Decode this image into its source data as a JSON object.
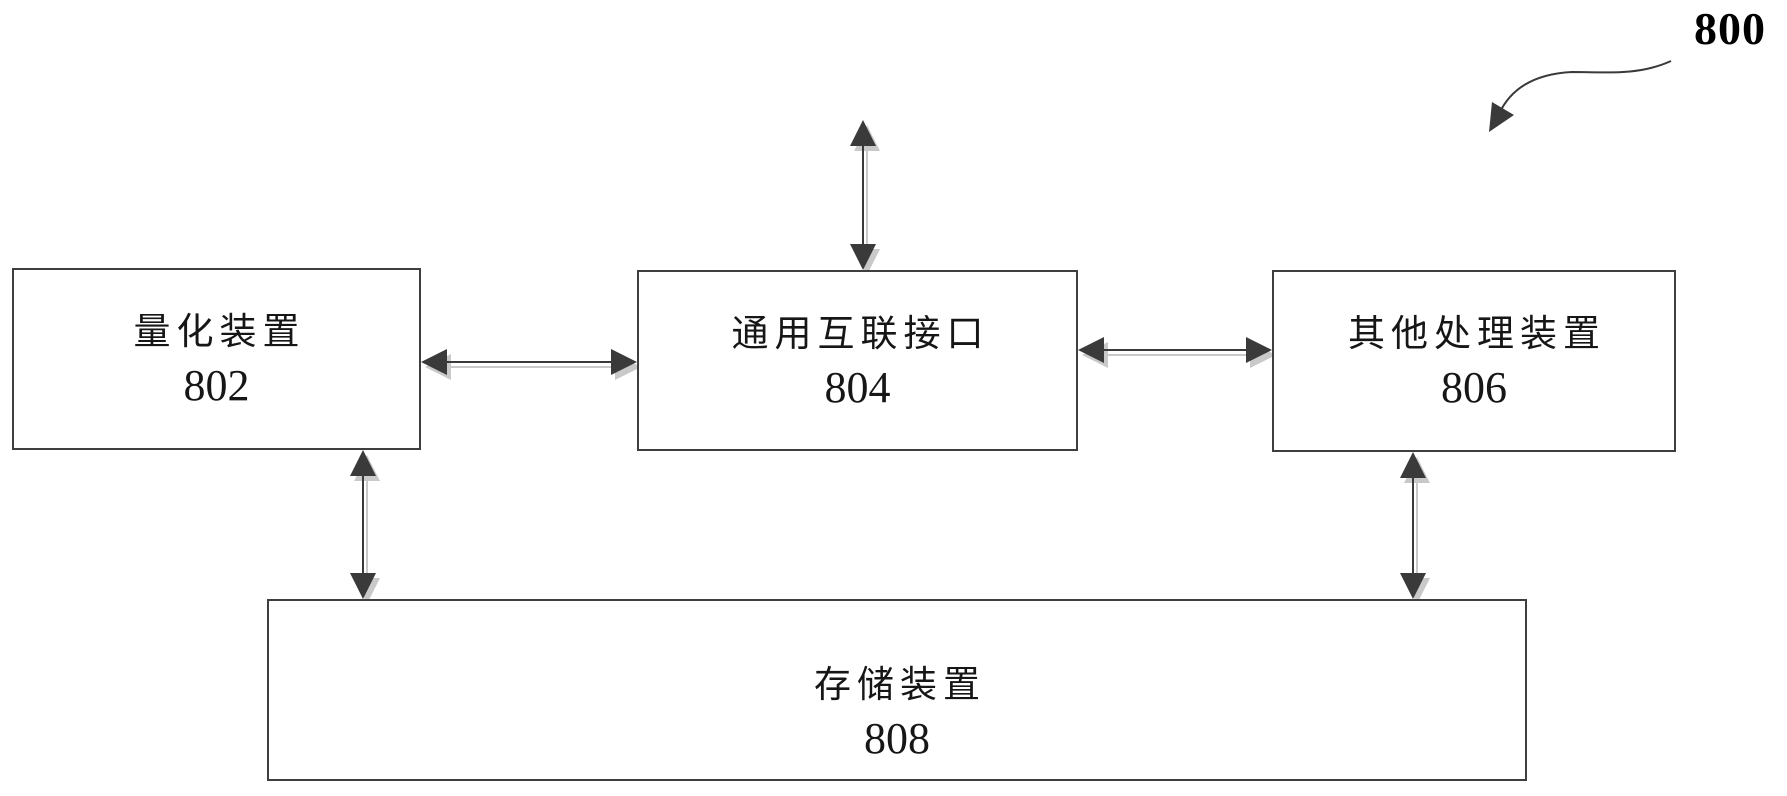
{
  "figure": {
    "ref_label": "800"
  },
  "blocks": {
    "quantization": {
      "title": "量化装置",
      "ref": "802"
    },
    "interconnect": {
      "title": "通用互联接口",
      "ref": "804"
    },
    "other_processing": {
      "title": "其他处理装置",
      "ref": "806"
    },
    "storage": {
      "title": "存储装置",
      "ref": "808"
    }
  },
  "connectors": [
    {
      "name": "top-external-bidirectional-arrow",
      "from": "external-top",
      "to": "interconnect",
      "style": "double-headed"
    },
    {
      "name": "quantization-interconnect-arrow",
      "from": "quantization",
      "to": "interconnect",
      "style": "double-headed"
    },
    {
      "name": "interconnect-other-processing-arrow",
      "from": "interconnect",
      "to": "other_processing",
      "style": "double-headed"
    },
    {
      "name": "quantization-storage-arrow",
      "from": "quantization",
      "to": "storage",
      "style": "double-headed"
    },
    {
      "name": "other-processing-storage-arrow",
      "from": "other_processing",
      "to": "storage",
      "style": "double-headed"
    },
    {
      "name": "figure-ref-pointer",
      "from": "figure-label-800",
      "to": "diagram",
      "style": "curved-single-head"
    }
  ],
  "colors": {
    "line": "#3e3e3e",
    "arrow_fill": "#3a3a3a",
    "shadow": "#c9c9c9",
    "text": "#161616",
    "background": "#ffffff"
  }
}
